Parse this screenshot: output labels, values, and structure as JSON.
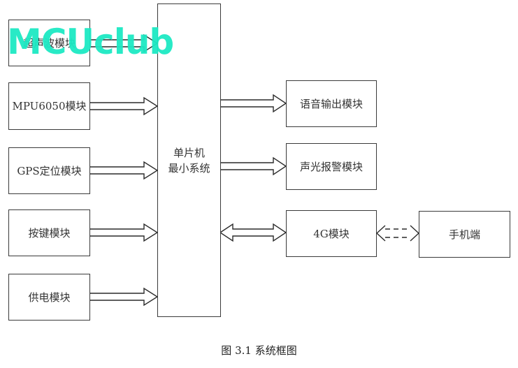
{
  "figure": {
    "caption": "图 3.1  系统框图",
    "watermark": "MCUclub"
  },
  "mcu": {
    "line1": "单片机",
    "line2": "最小系统"
  },
  "inputs": [
    {
      "id": "ultrasonic",
      "label": "超声波模块"
    },
    {
      "id": "mpu6050",
      "label": "MPU6050模块"
    },
    {
      "id": "gps",
      "label": "GPS定位模块"
    },
    {
      "id": "keys",
      "label": "按键模块"
    },
    {
      "id": "power",
      "label": "供电模块"
    }
  ],
  "outputs": [
    {
      "id": "voice",
      "label": "语音输出模块"
    },
    {
      "id": "alarm",
      "label": "声光报警模块"
    },
    {
      "id": "4g",
      "label": "4G模块"
    }
  ],
  "remote": {
    "label": "手机端"
  },
  "connections": [
    {
      "from": "ultrasonic",
      "to": "mcu",
      "style": "solid",
      "direction": "forward"
    },
    {
      "from": "mpu6050",
      "to": "mcu",
      "style": "solid",
      "direction": "forward"
    },
    {
      "from": "gps",
      "to": "mcu",
      "style": "solid",
      "direction": "forward"
    },
    {
      "from": "keys",
      "to": "mcu",
      "style": "solid",
      "direction": "forward"
    },
    {
      "from": "power",
      "to": "mcu",
      "style": "solid",
      "direction": "forward"
    },
    {
      "from": "mcu",
      "to": "voice",
      "style": "solid",
      "direction": "forward"
    },
    {
      "from": "mcu",
      "to": "alarm",
      "style": "solid",
      "direction": "forward"
    },
    {
      "from": "mcu",
      "to": "4g",
      "style": "solid",
      "direction": "bidirectional"
    },
    {
      "from": "4g",
      "to": "remote",
      "style": "dashed",
      "direction": "bidirectional"
    }
  ]
}
